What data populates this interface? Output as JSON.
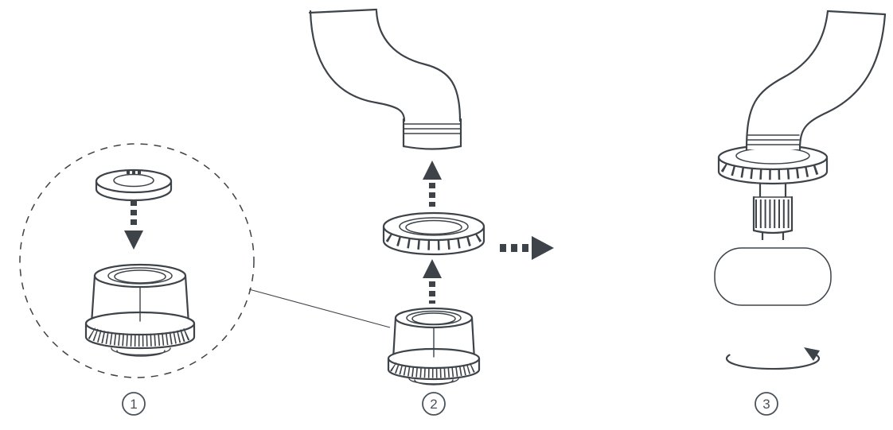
{
  "diagram": {
    "background": "#ffffff",
    "line_color": "#3d4349",
    "steps": [
      {
        "number": "1",
        "parts": [
          "washer-ring",
          "dashed-down-arrow",
          "faucet-adapter"
        ],
        "container_icon": "dashed-detail-circle"
      },
      {
        "number": "2",
        "parts": [
          "faucet-spout",
          "dashed-up-arrow",
          "mounting-ring-nut",
          "dashed-up-arrow",
          "faucet-adapter"
        ]
      },
      {
        "number": "3",
        "parts": [
          "assembled-faucet",
          "mounting-ring-nut",
          "device-body",
          "rotate-arrow"
        ]
      }
    ],
    "transition_icon": "dashed-right-arrow"
  }
}
